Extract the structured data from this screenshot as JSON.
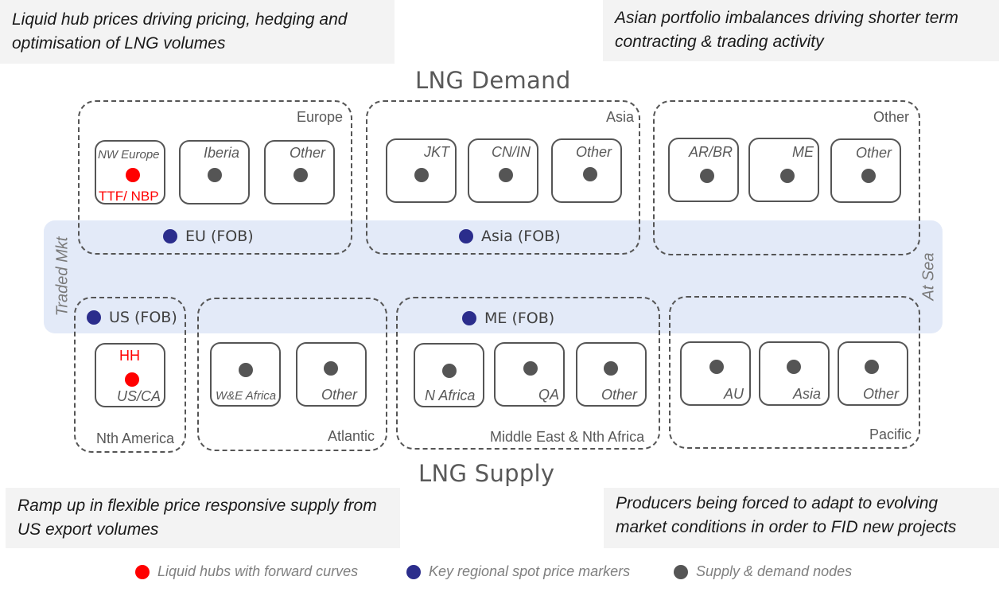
{
  "notes": {
    "top_left": "Liquid hub prices driving pricing, hedging and optimisation of LNG volumes",
    "top_right": "Asian portfolio imbalances driving shorter term contracting & trading activity",
    "bottom_left": "Ramp up in flexible price responsive supply from US export volumes",
    "bottom_right": "Producers being forced to adapt to evolving market conditions in order to FID new projects"
  },
  "titles": {
    "demand": "LNG Demand",
    "supply": "LNG Supply"
  },
  "band": {
    "left_label": "Traded Mkt",
    "right_label": "At Sea"
  },
  "demand_groups": [
    {
      "label": "Europe",
      "nodes": [
        {
          "label": "NW Europe",
          "type": "hub",
          "hub_label": "TTF/ NBP"
        },
        {
          "label": "Iberia",
          "type": "node"
        },
        {
          "label": "Other",
          "type": "node"
        }
      ]
    },
    {
      "label": "Asia",
      "nodes": [
        {
          "label": "JKT",
          "type": "node"
        },
        {
          "label": "CN/IN",
          "type": "node"
        },
        {
          "label": "Other",
          "type": "node"
        }
      ]
    },
    {
      "label": "Other",
      "nodes": [
        {
          "label": "AR/BR",
          "type": "node"
        },
        {
          "label": "ME",
          "type": "node"
        },
        {
          "label": "Other",
          "type": "node"
        }
      ]
    }
  ],
  "supply_groups": [
    {
      "label": "Nth America",
      "nodes": [
        {
          "label": "US/CA",
          "type": "hub",
          "hub_label": "HH"
        }
      ]
    },
    {
      "label": "Atlantic",
      "nodes": [
        {
          "label": "W&E Africa",
          "type": "node"
        },
        {
          "label": "Other",
          "type": "node"
        }
      ]
    },
    {
      "label": "Middle East & Nth Africa",
      "nodes": [
        {
          "label": "N Africa",
          "type": "node"
        },
        {
          "label": "QA",
          "type": "node"
        },
        {
          "label": "Other",
          "type": "node"
        }
      ]
    },
    {
      "label": "Pacific",
      "nodes": [
        {
          "label": "AU",
          "type": "node"
        },
        {
          "label": "Asia",
          "type": "node"
        },
        {
          "label": "Other",
          "type": "node"
        }
      ]
    }
  ],
  "spot_markers": [
    {
      "label": "EU (FOB)"
    },
    {
      "label": "Asia (FOB)"
    },
    {
      "label": "US (FOB)"
    },
    {
      "label": "ME (FOB)"
    }
  ],
  "legend": [
    {
      "label": "Liquid hubs with forward curves",
      "color": "#ff0000"
    },
    {
      "label": "Key regional spot price markers",
      "color": "#2b2d8c"
    },
    {
      "label": "Supply & demand nodes",
      "color": "#555555"
    }
  ],
  "colors": {
    "hub": "#ff0000",
    "spot_marker": "#2b2d8c",
    "node": "#555555",
    "band": "#e3eaf8",
    "note_bg": "#f3f3f3"
  }
}
